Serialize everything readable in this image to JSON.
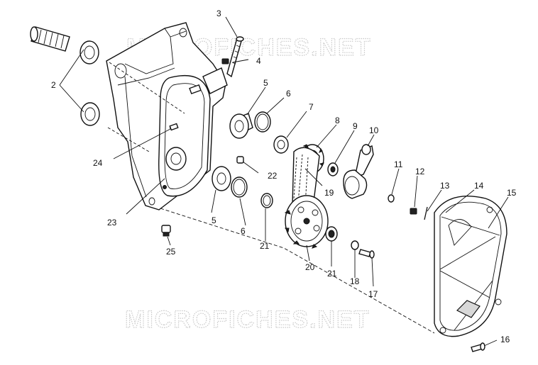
{
  "watermarks": [
    "MICROFICHES.NET",
    "MICROFICHES.NET"
  ],
  "callouts": [
    "2",
    "3",
    "4",
    "5",
    "6",
    "7",
    "8",
    "9",
    "10",
    "11",
    "12",
    "13",
    "14",
    "15",
    "24",
    "22",
    "19",
    "23",
    "5",
    "6",
    "21",
    "20",
    "21",
    "18",
    "17",
    "25",
    "16"
  ],
  "colors": {
    "line": "#111111",
    "watermark": "#c9c9c9",
    "background": "#ffffff"
  }
}
